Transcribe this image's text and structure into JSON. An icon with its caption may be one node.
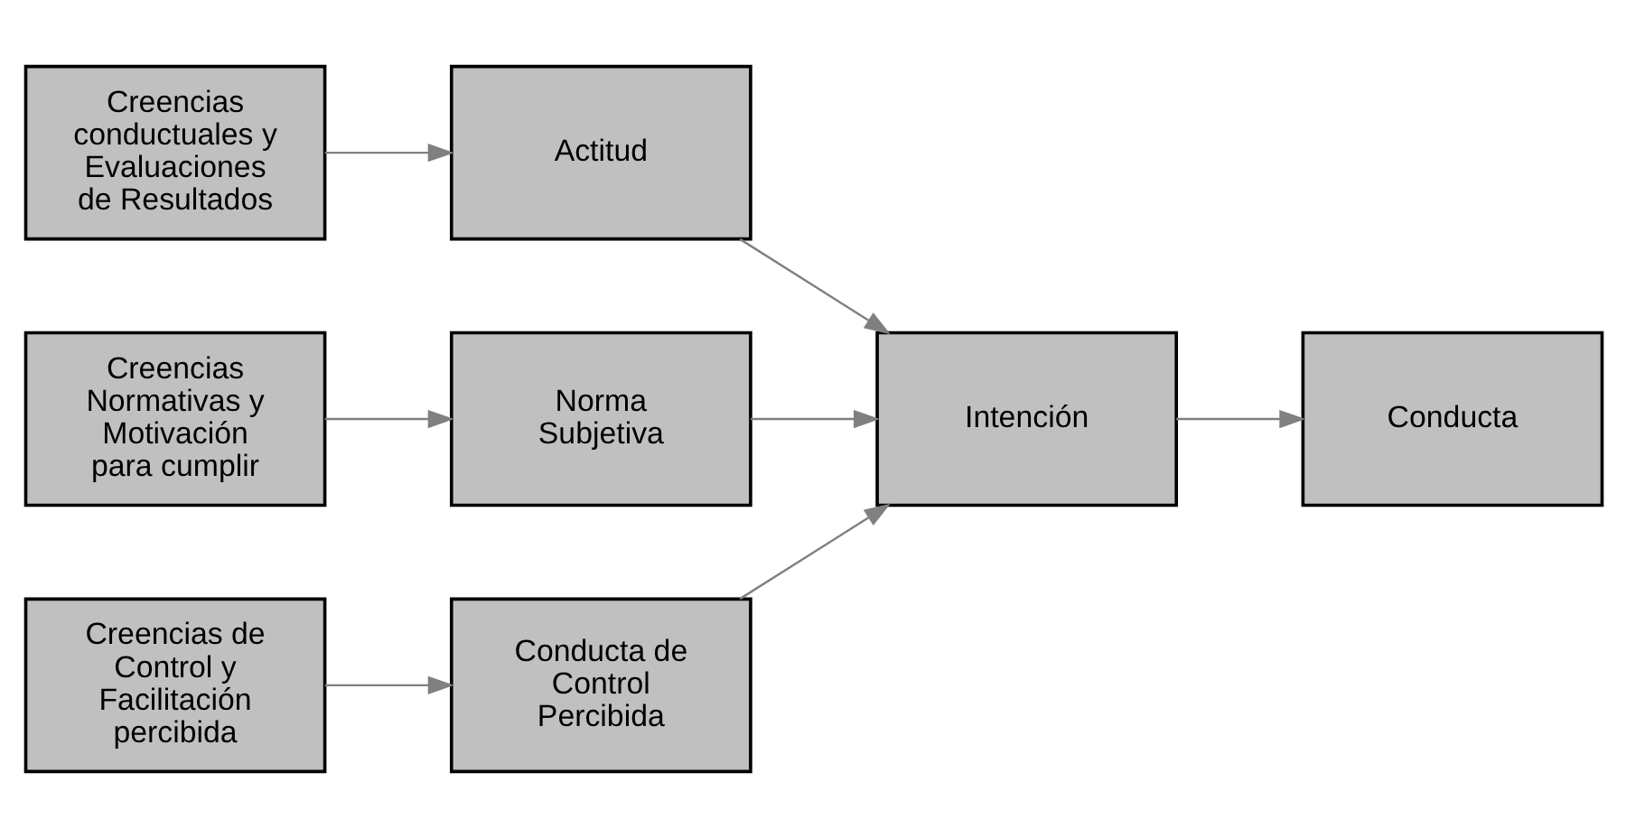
{
  "diagram": {
    "nodes": [
      {
        "text": [
          "Creencias conductuales y Evaluaciones de Resultados"
        ]
      },
      {
        "text": [
          "Actitud"
        ]
      },
      {
        "text": [
          "Creencias Normativas y Motivación para cumplir"
        ]
      },
      {
        "text": [
          "Norma Subjetiva"
        ]
      },
      {
        "text": [
          "Intención"
        ]
      },
      {
        "text": [
          "Conducta"
        ]
      },
      {
        "text": [
          "Creencias de Control y Facilitación percibida"
        ]
      },
      {
        "text": [
          "Conducta de Control Percibida"
        ]
      }
    ],
    "edges": [
      {
        "from": 0,
        "to": 1,
        "arrow": "to"
      },
      {
        "from": 1,
        "to": 4,
        "arrow": "to"
      },
      {
        "from": 2,
        "to": 3,
        "arrow": "to"
      },
      {
        "from": 3,
        "to": 4,
        "arrow": "to"
      },
      {
        "from": 4,
        "to": 5,
        "arrow": "to"
      },
      {
        "from": 6,
        "to": 7,
        "arrow": "to"
      },
      {
        "from": 7,
        "to": 4,
        "arrow": "to"
      }
    ]
  }
}
